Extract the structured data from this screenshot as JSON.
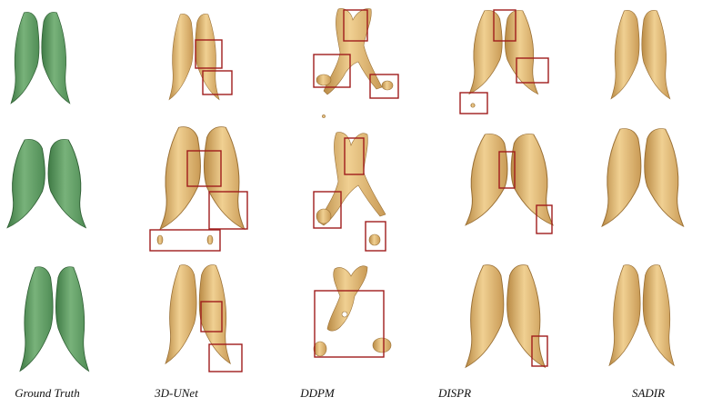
{
  "figure": {
    "columns": [
      "Ground Truth",
      "3D-UNet",
      "DDPM",
      "DISPR",
      "SADIR"
    ],
    "colors": {
      "ground_truth_fill": "#6fa870",
      "ground_truth_shade": "#3f7a45",
      "prediction_fill": "#e8c27f",
      "prediction_shade": "#b98a45",
      "error_box": "#a01c1c"
    },
    "rows": 3,
    "error_box_counts": {
      "row1": {
        "3D-UNet": 2,
        "DDPM": 3,
        "DISPR": 3,
        "SADIR": 0
      },
      "row2": {
        "3D-UNet": 3,
        "DDPM": 3,
        "DISPR": 2,
        "SADIR": 0
      },
      "row3": {
        "3D-UNet": 2,
        "DDPM": 1,
        "DISPR": 1,
        "SADIR": 0
      }
    }
  }
}
